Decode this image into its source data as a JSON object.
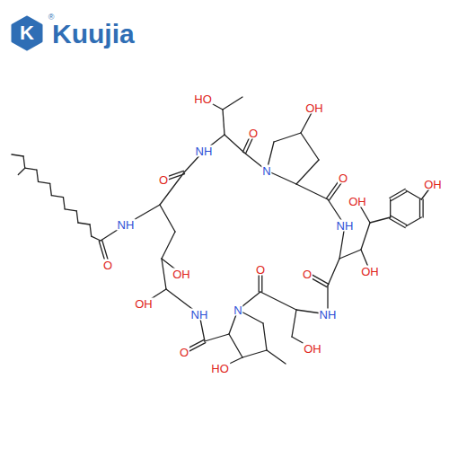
{
  "diagram": {
    "labels": [
      "K",
      "Kuujia",
      "®",
      "HO",
      "OH",
      "NH",
      "O",
      "N",
      "O",
      "O",
      "NH",
      "NH",
      "OH",
      "OH",
      "OH",
      "O",
      "O",
      "OH",
      "OH",
      "NH",
      "N",
      "NH",
      "O",
      "O",
      "OH",
      "HO"
    ]
  }
}
